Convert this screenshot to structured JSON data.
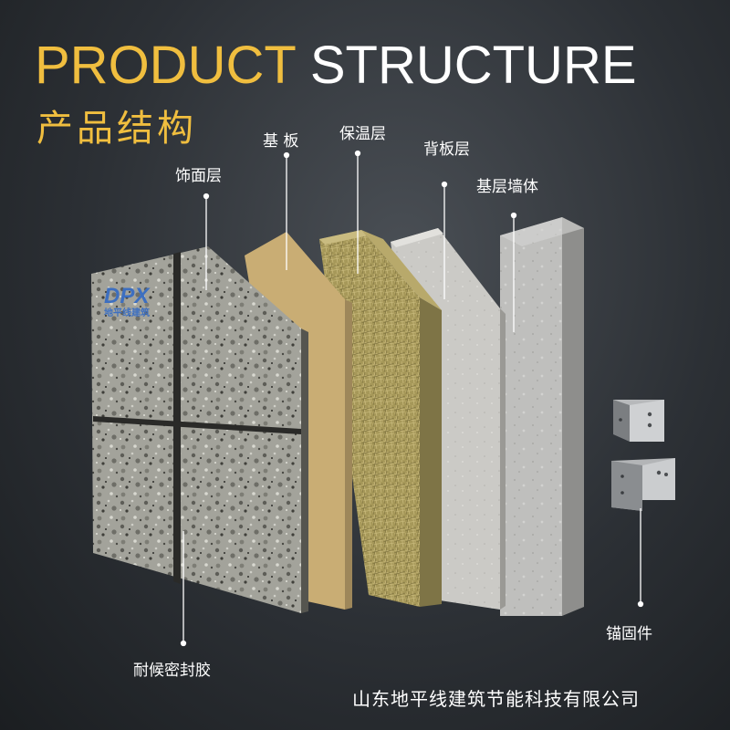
{
  "heading": {
    "title_word1": "PRODUCT",
    "title_word2": "STRUCTURE",
    "subtitle": "产品结构"
  },
  "layers": {
    "base_board": "基 板",
    "insulation": "保温层",
    "backing_board": "背板层",
    "base_wall": "基层墙体",
    "finish_layer": "饰面层",
    "sealant": "耐候密封胶",
    "anchor": "锚固件"
  },
  "logo": {
    "mark": "DPX",
    "text": "地平线建筑"
  },
  "footer": {
    "company": "山东地平线建筑节能科技有限公司"
  },
  "colors": {
    "accent_gold": "#f0be3f",
    "base_board": "#c9ad74",
    "insulation": "#a89a5c",
    "backing_board": "#c9c8c4",
    "base_wall": "#bdbdbb",
    "stone_panel": "#9b9b93"
  }
}
